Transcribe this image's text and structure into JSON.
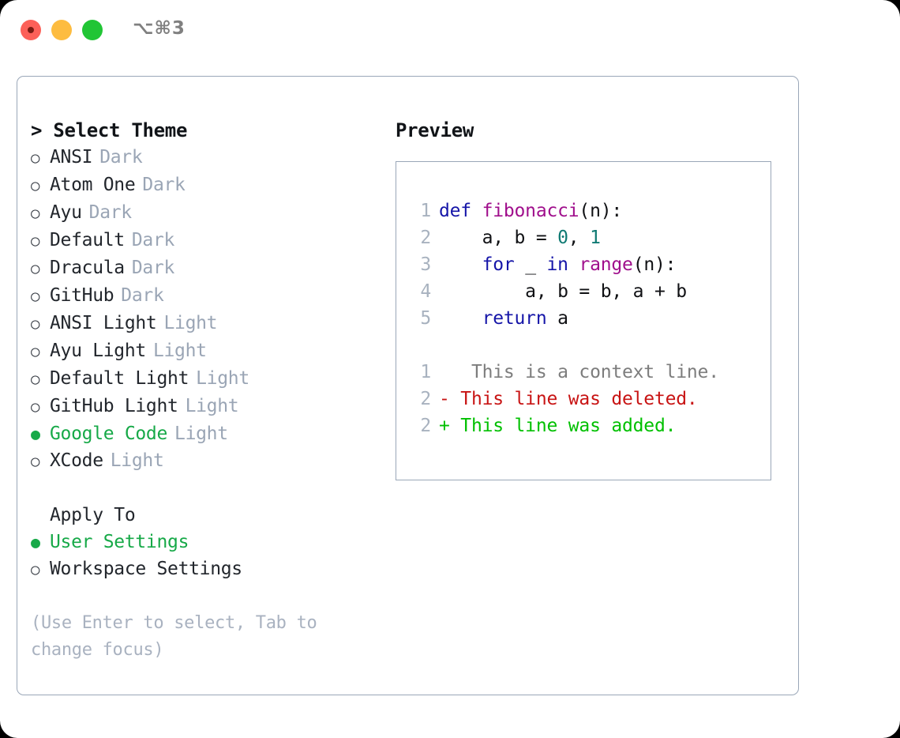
{
  "titlebar": {
    "shortcut": "⌥⌘3",
    "buttons": [
      "close",
      "minimize",
      "maximize"
    ]
  },
  "colors": {
    "selected_green": "#17a948",
    "muted_gray": "#9aa5b5",
    "hint_gray": "#a9b2c0",
    "border": "#9aa7b8",
    "keyword_blue": "#1515a8",
    "function_magenta": "#a00f8c",
    "number_teal": "#0f7a73",
    "diff_delete_red": "#c81414",
    "diff_add_green": "#00c000",
    "diff_context_gray": "#7d7d7d"
  },
  "markers": {
    "selected": "●",
    "unselected": "○",
    "caret": ">"
  },
  "theme_list": {
    "header": "Select Theme",
    "items": [
      {
        "label": "ANSI",
        "variant": "Dark",
        "selected": false
      },
      {
        "label": "Atom One",
        "variant": "Dark",
        "selected": false
      },
      {
        "label": "Ayu",
        "variant": "Dark",
        "selected": false
      },
      {
        "label": "Default",
        "variant": "Dark",
        "selected": false
      },
      {
        "label": "Dracula",
        "variant": "Dark",
        "selected": false
      },
      {
        "label": "GitHub",
        "variant": "Dark",
        "selected": false
      },
      {
        "label": "ANSI Light",
        "variant": "Light",
        "selected": false
      },
      {
        "label": "Ayu Light",
        "variant": "Light",
        "selected": false
      },
      {
        "label": "Default Light",
        "variant": "Light",
        "selected": false
      },
      {
        "label": "GitHub Light",
        "variant": "Light",
        "selected": false
      },
      {
        "label": "Google Code",
        "variant": "Light",
        "selected": true
      },
      {
        "label": "XCode",
        "variant": "Light",
        "selected": false
      }
    ]
  },
  "apply_to": {
    "header": "Apply To",
    "items": [
      {
        "label": "User Settings",
        "selected": true
      },
      {
        "label": "Workspace Settings",
        "selected": false
      }
    ]
  },
  "hint": "(Use Enter to select, Tab to change focus)",
  "preview": {
    "title": "Preview",
    "code_lines": [
      {
        "number": "1",
        "tokens": [
          {
            "text": "def ",
            "type": "kw"
          },
          {
            "text": "fibonacci",
            "type": "fn"
          },
          {
            "text": "(n):",
            "type": "pl"
          }
        ]
      },
      {
        "number": "2",
        "tokens": [
          {
            "text": "    a, b = ",
            "type": "pl"
          },
          {
            "text": "0",
            "type": "num"
          },
          {
            "text": ", ",
            "type": "pl"
          },
          {
            "text": "1",
            "type": "num"
          }
        ]
      },
      {
        "number": "3",
        "tokens": [
          {
            "text": "    ",
            "type": "pl"
          },
          {
            "text": "for",
            "type": "kw"
          },
          {
            "text": " _ ",
            "type": "pl"
          },
          {
            "text": "in",
            "type": "kw"
          },
          {
            "text": " ",
            "type": "pl"
          },
          {
            "text": "range",
            "type": "fn"
          },
          {
            "text": "(n):",
            "type": "pl"
          }
        ]
      },
      {
        "number": "4",
        "tokens": [
          {
            "text": "        a, b = b, a + b",
            "type": "pl"
          }
        ]
      },
      {
        "number": "5",
        "tokens": [
          {
            "text": "    ",
            "type": "pl"
          },
          {
            "text": "return",
            "type": "kw"
          },
          {
            "text": " a",
            "type": "pl"
          }
        ]
      }
    ],
    "diff_lines": [
      {
        "number": "1",
        "marker": " ",
        "text": "  This is a context line.",
        "type": "ctx"
      },
      {
        "number": "2",
        "marker": "-",
        "text": " This line was deleted.",
        "type": "del"
      },
      {
        "number": "2",
        "marker": "+",
        "text": " This line was added.",
        "type": "add"
      }
    ]
  }
}
